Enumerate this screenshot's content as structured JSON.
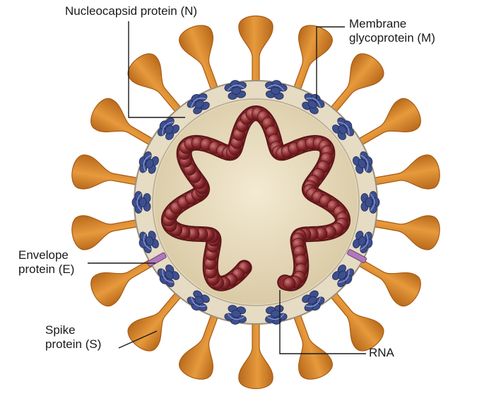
{
  "labels": {
    "nucleocapsid": "Nucleocapsid protein (N)",
    "membrane_line1": "Membrane",
    "membrane_line2": "glycoprotein (M)",
    "envelope_line1": "Envelope",
    "envelope_line2": "protein (E)",
    "spike_line1": "Spike",
    "spike_line2": "protein (S)",
    "rna": "RNA"
  },
  "colors": {
    "spike": "#d8892e",
    "spike_dark": "#a85a14",
    "envelope_ring": "#e6dcc4",
    "ring_edge": "#9a8f7c",
    "core": "#e8dcbf",
    "rna": "#8a2a2e",
    "rna_dark": "#5a1518",
    "membrane_protein": "#3e4f8e",
    "envelope_protein": "#b07ab8",
    "leader": "#1a1a1a"
  }
}
